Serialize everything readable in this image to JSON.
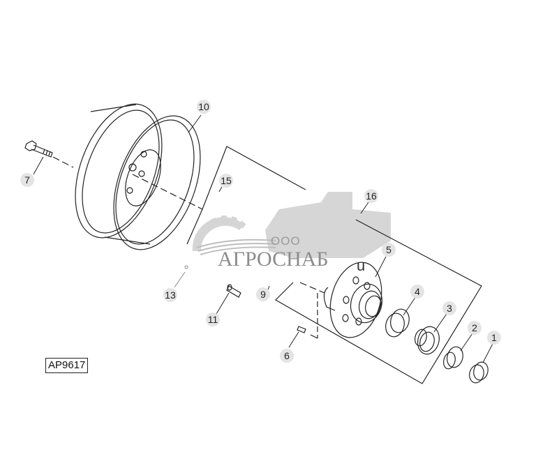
{
  "diagram": {
    "type": "exploded parts diagram",
    "subject": "wheel and hub assembly",
    "figure_id": "AP9617",
    "callouts": [
      {
        "id": "1",
        "label": "1"
      },
      {
        "id": "2",
        "label": "2"
      },
      {
        "id": "3",
        "label": "3"
      },
      {
        "id": "4",
        "label": "4"
      },
      {
        "id": "5",
        "label": "5"
      },
      {
        "id": "6",
        "label": "6"
      },
      {
        "id": "7",
        "label": "7"
      },
      {
        "id": "9",
        "label": "9"
      },
      {
        "id": "10",
        "label": "10"
      },
      {
        "id": "11",
        "label": "11"
      },
      {
        "id": "13",
        "label": "13"
      },
      {
        "id": "15",
        "label": "15"
      },
      {
        "id": "16",
        "label": "16"
      }
    ],
    "stray_glyph": "u"
  },
  "watermark": {
    "prefix": "ООО",
    "name": "АГРОСНАБ",
    "color": "#8c8c8c"
  },
  "colors": {
    "line": "#222222",
    "callout_bg": "#e4e4e4",
    "background": "#ffffff"
  }
}
